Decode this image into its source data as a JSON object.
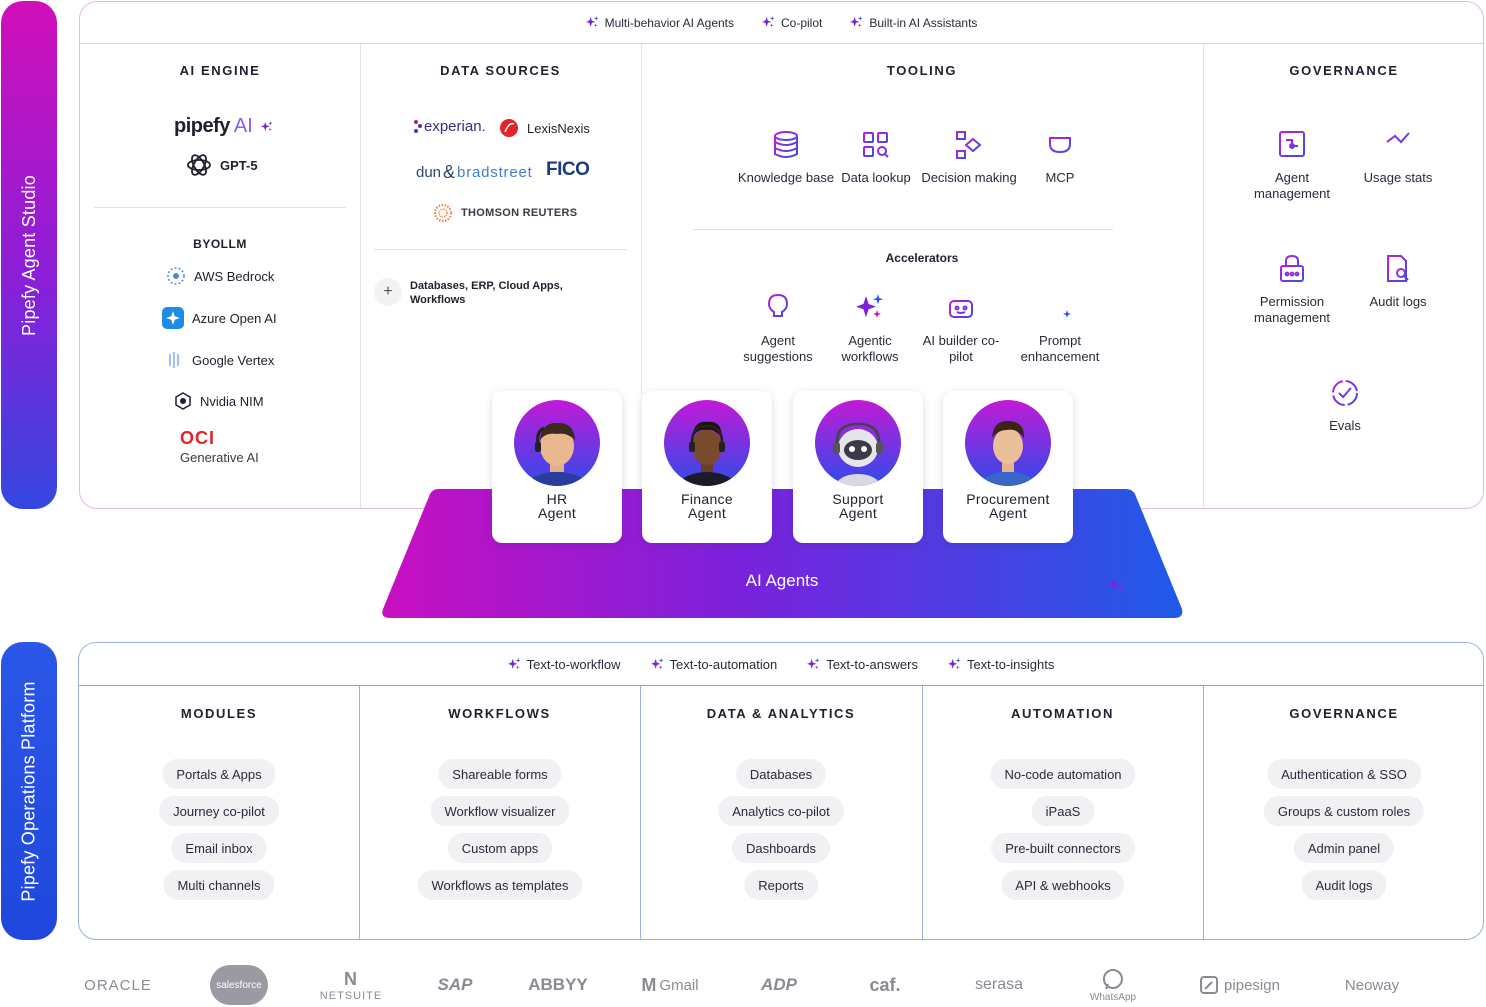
{
  "studio": {
    "side_label": "Pipefy Agent Studio",
    "features": [
      "Multi-behavior AI Agents",
      "Co-pilot",
      "Built-in AI Assistants"
    ],
    "ai_engine": {
      "title": "AI ENGINE",
      "pipefy_logo": "pipefy",
      "pipefy_ai": "AI",
      "gpt": "GPT-5",
      "byollm_title": "BYOLLM",
      "providers": [
        "AWS Bedrock",
        "Azure Open AI",
        "Google Vertex",
        "Nvidia NIM"
      ],
      "oci_logo": "OCI",
      "oci_sub": "Generative AI"
    },
    "data_sources": {
      "title": "DATA SOURCES",
      "logos": [
        "experian.",
        "LexisNexis",
        "dun",
        "bradstreet",
        "FICO",
        "THOMSON REUTERS"
      ],
      "more_label": "Databases, ERP, Cloud Apps, Workflows",
      "plus": "+"
    },
    "tooling": {
      "title": "TOOLING",
      "tools": [
        "Knowledge base",
        "Data lookup",
        "Decision making",
        "MCP"
      ],
      "accelerators_title": "Accelerators",
      "accelerators": [
        "Agent suggestions",
        "Agentic workflows",
        "AI builder co-pilot",
        "Prompt enhancement"
      ]
    },
    "governance": {
      "title": "GOVERNANCE",
      "items": [
        "Agent management",
        "Usage stats",
        "Permission management",
        "Audit logs",
        "Evals"
      ]
    }
  },
  "agents": {
    "platform_label": "AI Agents",
    "cards": [
      {
        "line1": "HR",
        "line2": "Agent"
      },
      {
        "line1": "Finance",
        "line2": "Agent"
      },
      {
        "line1": "Support",
        "line2": "Agent"
      },
      {
        "line1": "Procurement",
        "line2": "Agent"
      }
    ]
  },
  "ops": {
    "side_label": "Pipefy Operations Platform",
    "features": [
      "Text-to-workflow",
      "Text-to-automation",
      "Text-to-answers",
      "Text-to-insights"
    ],
    "columns": [
      {
        "title": "MODULES",
        "chips": [
          "Portals & Apps",
          "Journey co-pilot",
          "Email inbox",
          "Multi channels"
        ]
      },
      {
        "title": "WORKFLOWS",
        "chips": [
          "Shareable forms",
          "Workflow visualizer",
          "Custom apps",
          "Workflows as templates"
        ]
      },
      {
        "title": "DATA & ANALYTICS",
        "chips": [
          "Databases",
          "Analytics co-pilot",
          "Dashboards",
          "Reports"
        ]
      },
      {
        "title": "AUTOMATION",
        "chips": [
          "No-code automation",
          "iPaaS",
          "Pre-built connectors",
          "API & webhooks"
        ]
      },
      {
        "title": "GOVERNANCE",
        "chips": [
          "Authentication & SSO",
          "Groups & custom roles",
          "Admin panel",
          "Audit logs"
        ]
      }
    ]
  },
  "partners": [
    "ORACLE",
    "salesforce",
    "NETSUITE",
    "SAP",
    "ABBYY",
    "Gmail",
    "ADP",
    "caf.",
    "serasa",
    "WhatsApp",
    "pipesign",
    "Neoway"
  ],
  "colors": {
    "magenta": "#d10fb9",
    "purple": "#7a22dc",
    "blue": "#2b57e8"
  }
}
